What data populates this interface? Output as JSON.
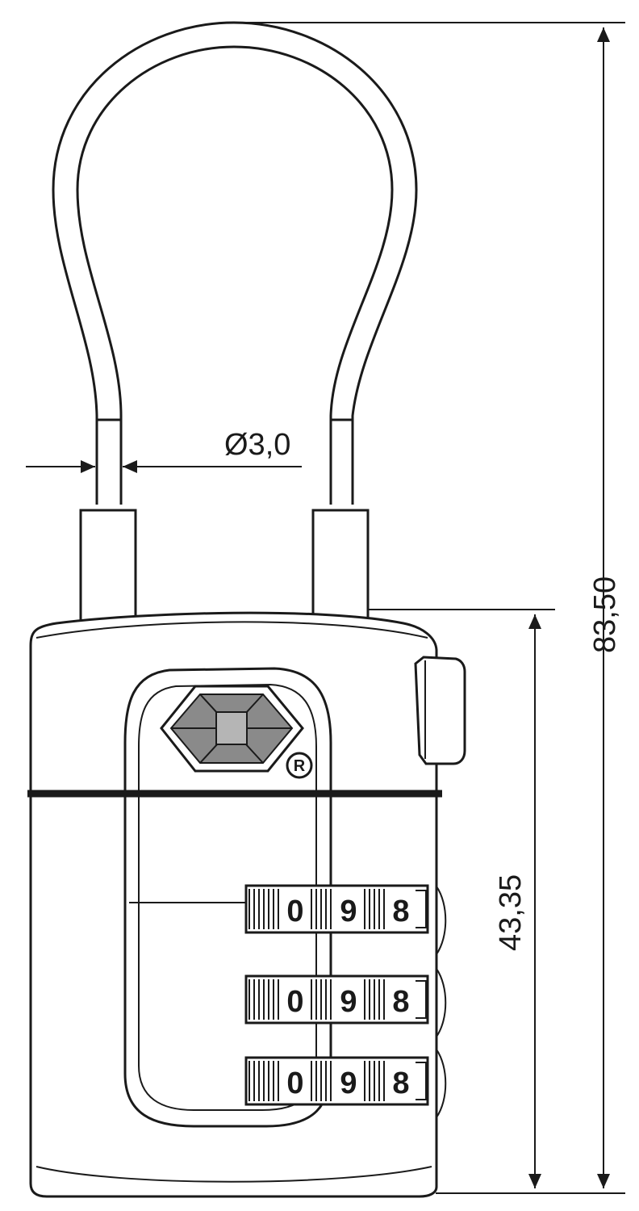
{
  "dimensions": {
    "total_height": "83,50",
    "body_height": "43,35",
    "cable_diameter": "Ø3,0"
  },
  "registered_mark": "R",
  "dials": [
    {
      "digits": [
        "0",
        "9",
        "8"
      ]
    },
    {
      "digits": [
        "0",
        "9",
        "8"
      ]
    },
    {
      "digits": [
        "0",
        "9",
        "8"
      ]
    }
  ],
  "colors": {
    "line": "#1a1a1a",
    "logo_fill": "#8a8a8a"
  }
}
